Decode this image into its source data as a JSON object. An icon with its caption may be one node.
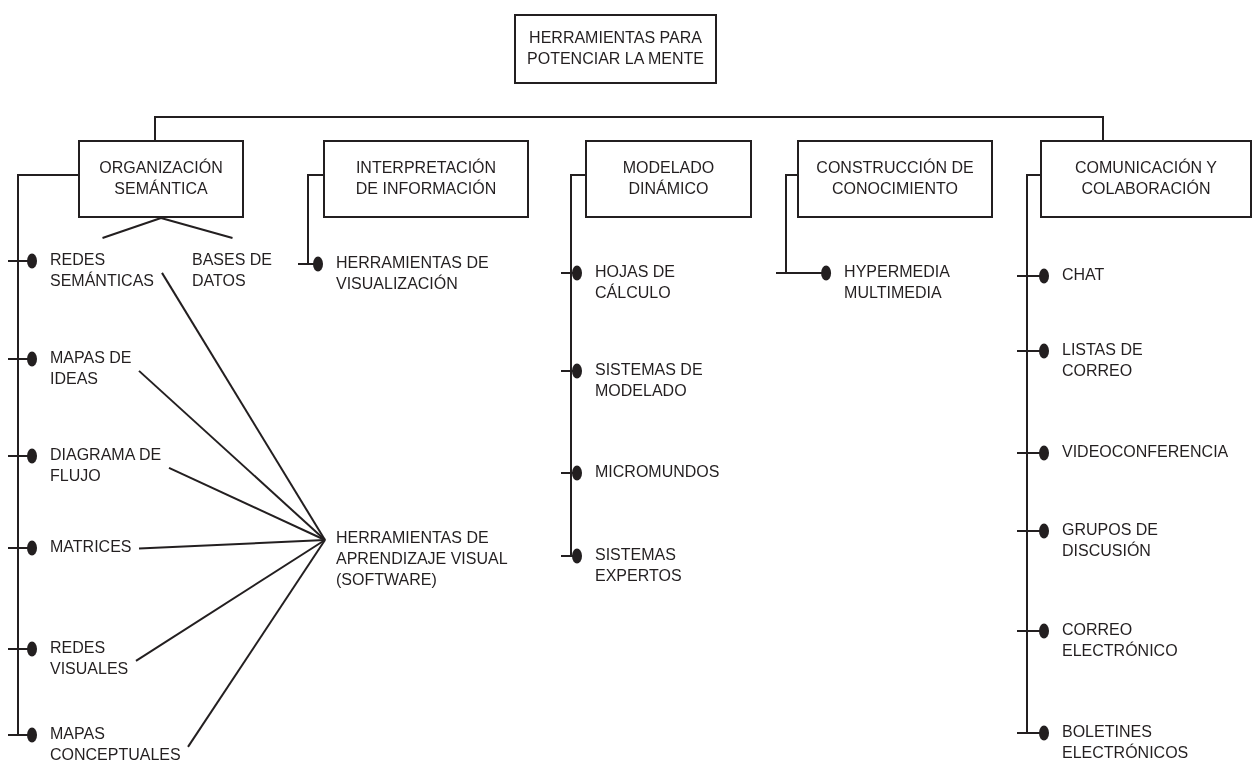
{
  "diagram": {
    "nodes": [
      {
        "text": [
          "HERRAMIENTAS PARA POTENCIAR LA MENTE"
        ]
      },
      {
        "text": [
          "ORGANIZACIÓN SEMÁNTICA"
        ]
      },
      {
        "text": [
          "INTERPRETACIÓN DE INFORMACIÓN"
        ]
      },
      {
        "text": [
          "MODELADO DINÁMICO"
        ]
      },
      {
        "text": [
          "CONSTRUCCIÓN DE CONOCIMIENTO"
        ]
      },
      {
        "text": [
          "COMUNICACIÓN Y COLABORACIÓN"
        ]
      },
      {
        "text": [
          "REDES SEMÁNTICAS"
        ]
      },
      {
        "text": [
          "BASES DE DATOS"
        ]
      },
      {
        "text": [
          "MAPAS DE IDEAS"
        ]
      },
      {
        "text": [
          "DIAGRAMA DE FLUJO"
        ]
      },
      {
        "text": [
          "MATRICES"
        ]
      },
      {
        "text": [
          "REDES VISUALES"
        ]
      },
      {
        "text": [
          "MAPAS CONCEPTUALES"
        ]
      },
      {
        "text": [
          "HERRAMIENTAS DE APRENDIZAJE VISUAL (SOFTWARE)"
        ]
      },
      {
        "text": [
          "HERRAMIENTAS DE VISUALIZACIÓN"
        ]
      },
      {
        "text": [
          "HOJAS DE CÁLCULO"
        ]
      },
      {
        "text": [
          "SISTEMAS DE MODELADO"
        ]
      },
      {
        "text": [
          "MICROMUNDOS"
        ]
      },
      {
        "text": [
          "SISTEMAS EXPERTOS"
        ]
      },
      {
        "text": [
          "HYPERMEDIA MULTIMEDIA"
        ]
      },
      {
        "text": [
          "CHAT"
        ]
      },
      {
        "text": [
          "LISTAS DE CORREO"
        ]
      },
      {
        "text": [
          "VIDEOCONFERENCIA"
        ]
      },
      {
        "text": [
          "GRUPOS DE DISCUSIÓN"
        ]
      },
      {
        "text": [
          "CORREO ELECTRÓNICO"
        ]
      },
      {
        "text": [
          "BOLETINES ELECTRÓNICOS"
        ]
      }
    ],
    "edges": [
      {
        "from": 1,
        "to": 6,
        "arrow": "none"
      },
      {
        "from": 1,
        "to": 7,
        "arrow": "none"
      },
      {
        "from": 1,
        "to": 6,
        "arrow": "other"
      },
      {
        "from": 1,
        "to": 8,
        "arrow": "other"
      },
      {
        "from": 1,
        "to": 9,
        "arrow": "other"
      },
      {
        "from": 1,
        "to": 10,
        "arrow": "other"
      },
      {
        "from": 1,
        "to": 11,
        "arrow": "other"
      },
      {
        "from": 1,
        "to": 12,
        "arrow": "other"
      },
      {
        "from": 6,
        "to": 13,
        "arrow": "none"
      },
      {
        "from": 8,
        "to": 13,
        "arrow": "none"
      },
      {
        "from": 9,
        "to": 13,
        "arrow": "none"
      },
      {
        "from": 10,
        "to": 13,
        "arrow": "none"
      },
      {
        "from": 11,
        "to": 13,
        "arrow": "none"
      },
      {
        "from": 12,
        "to": 13,
        "arrow": "none"
      },
      {
        "from": 2,
        "to": 14,
        "arrow": "other"
      },
      {
        "from": 3,
        "to": 15,
        "arrow": "other"
      },
      {
        "from": 3,
        "to": 16,
        "arrow": "other"
      },
      {
        "from": 3,
        "to": 17,
        "arrow": "other"
      },
      {
        "from": 3,
        "to": 18,
        "arrow": "other"
      },
      {
        "from": 4,
        "to": 19,
        "arrow": "other"
      },
      {
        "from": 5,
        "to": 20,
        "arrow": "other"
      },
      {
        "from": 5,
        "to": 21,
        "arrow": "other"
      },
      {
        "from": 5,
        "to": 22,
        "arrow": "other"
      },
      {
        "from": 5,
        "to": 23,
        "arrow": "other"
      },
      {
        "from": 5,
        "to": 24,
        "arrow": "other"
      },
      {
        "from": 5,
        "to": 25,
        "arrow": "other"
      }
    ]
  }
}
